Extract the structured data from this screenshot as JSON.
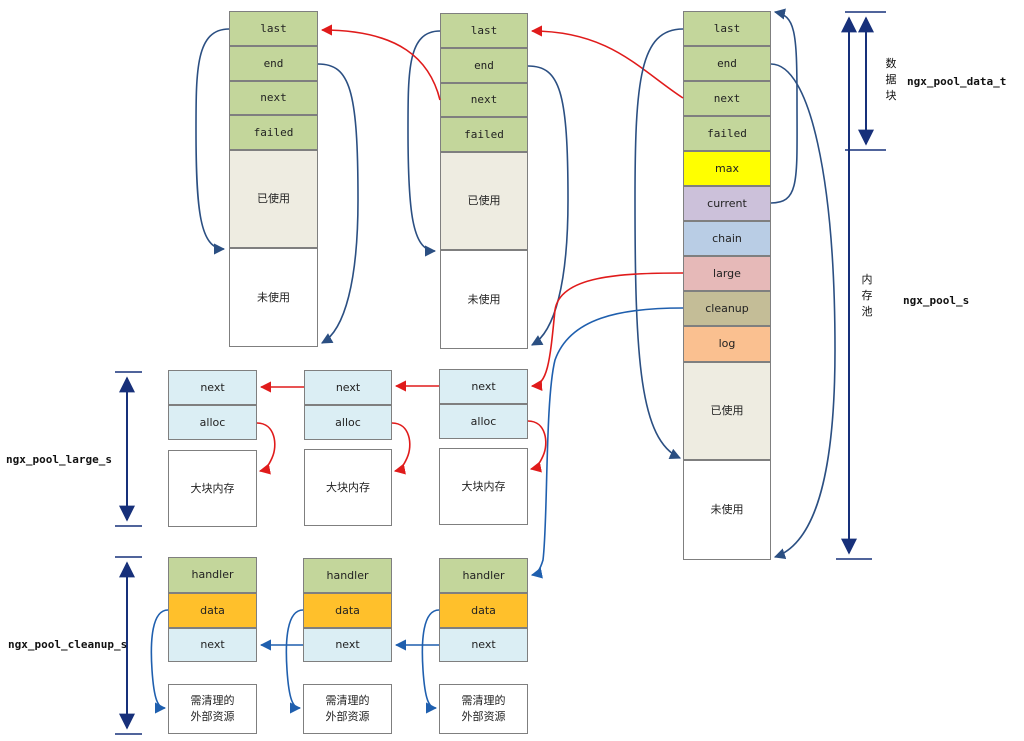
{
  "data_blocks": [
    {
      "fields": [
        "last",
        "end",
        "next",
        "failed"
      ],
      "used": "已使用",
      "unused": "未使用"
    },
    {
      "fields": [
        "last",
        "end",
        "next",
        "failed"
      ],
      "used": "已使用",
      "unused": "未使用"
    }
  ],
  "pool": {
    "fields": [
      "last",
      "end",
      "next",
      "failed",
      "max",
      "current",
      "chain",
      "large",
      "cleanup",
      "log"
    ],
    "field_colors": [
      "#c3d69b",
      "#c3d69b",
      "#c3d69b",
      "#c3d69b",
      "#ffff00",
      "#ccc1da",
      "#b9cde5",
      "#e6b9b8",
      "#c4bd97",
      "#fac090"
    ],
    "used": "已使用",
    "unused": "未使用"
  },
  "large_nodes": [
    {
      "next": "next",
      "alloc": "alloc",
      "mem": "大块内存"
    },
    {
      "next": "next",
      "alloc": "alloc",
      "mem": "大块内存"
    },
    {
      "next": "next",
      "alloc": "alloc",
      "mem": "大块内存"
    }
  ],
  "cleanup_nodes": [
    {
      "handler": "handler",
      "data": "data",
      "next": "next",
      "resource_line1": "需清理的",
      "resource_line2": "外部资源"
    },
    {
      "handler": "handler",
      "data": "data",
      "next": "next",
      "resource_line1": "需清理的",
      "resource_line2": "外部资源"
    },
    {
      "handler": "handler",
      "data": "data",
      "next": "next",
      "resource_line1": "需清理的",
      "resource_line2": "外部资源"
    }
  ],
  "labels": {
    "data_block_vertical": [
      "数",
      "据",
      "块"
    ],
    "pool_vertical": [
      "内",
      "存",
      "池"
    ],
    "ngx_pool_data_t": "ngx_pool_data_t",
    "ngx_pool_s": "ngx_pool_s",
    "ngx_pool_large_s": "ngx_pool_large_s",
    "ngx_pool_cleanup_s": "ngx_pool_cleanup_s"
  },
  "colors": {
    "red_arrow": "#e01b1b",
    "blue_arrow": "#1f5fae",
    "dark_arrow": "#2b4f82",
    "navy_arrow": "#17307a"
  }
}
